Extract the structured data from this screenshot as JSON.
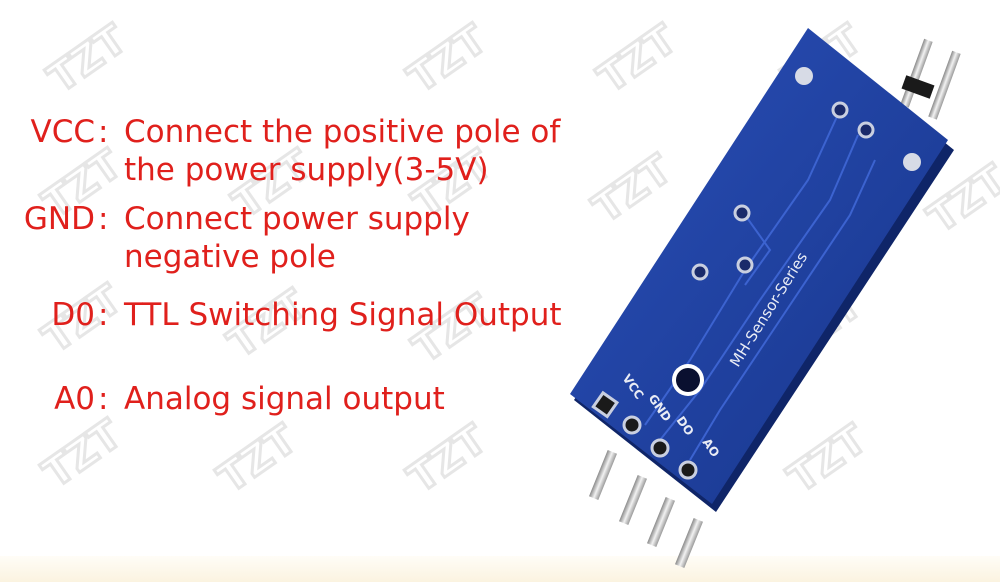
{
  "pins": [
    {
      "label": "VCC",
      "description": "Connect the positive pole of\nthe power supply(3-5V)"
    },
    {
      "label": "GND",
      "description": "Connect power supply\nnegative pole"
    },
    {
      "label": "D0",
      "description": "TTL Switching Signal Output"
    },
    {
      "label": "A0",
      "description": "Analog signal output"
    }
  ],
  "separator": ":",
  "board": {
    "silkscreen_title": "MH-Sensor-Series",
    "pin_labels": [
      "VCC",
      "GND",
      "DO",
      "AO"
    ],
    "pcb_color": "#1e3f9c",
    "pin_color": "#c8c8c8"
  },
  "watermark_text": "TZT",
  "text_color": "#e0201c"
}
